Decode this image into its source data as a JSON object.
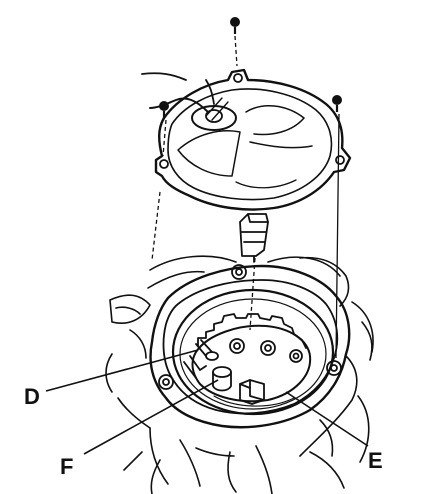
{
  "callouts": {
    "D": "D",
    "E": "E",
    "F": "F"
  },
  "colors": {
    "ink": "#111111",
    "background": "#ffffff"
  }
}
